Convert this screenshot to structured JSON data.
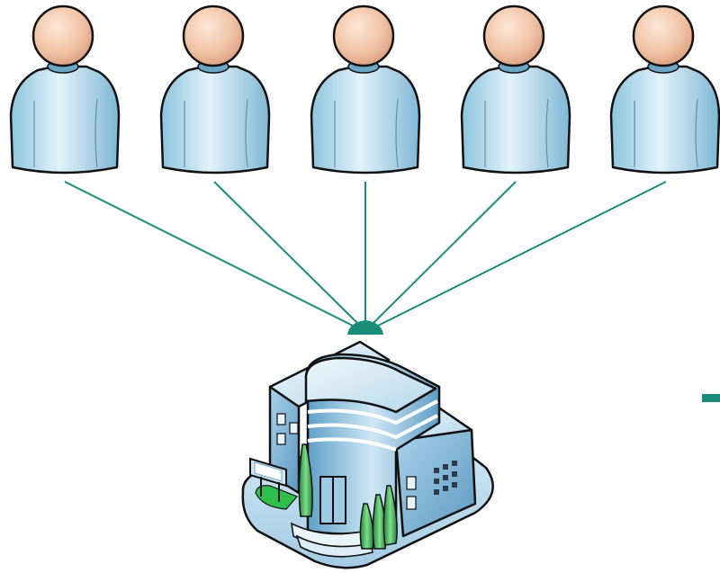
{
  "diagram": {
    "type": "network",
    "colors": {
      "connector": "#1a8c7a",
      "hub": "#1a8c7a",
      "marker": "#1a8c7a",
      "user_head": "#f2c9b0",
      "user_body": "#b9dcee",
      "building_glass": "#8fc2e0",
      "tree": "#2aa84a"
    },
    "nodes": [
      {
        "id": "user-1",
        "kind": "user",
        "icon": "user-icon"
      },
      {
        "id": "user-2",
        "kind": "user",
        "icon": "user-icon"
      },
      {
        "id": "user-3",
        "kind": "user",
        "icon": "user-icon"
      },
      {
        "id": "user-4",
        "kind": "user",
        "icon": "user-icon"
      },
      {
        "id": "user-5",
        "kind": "user",
        "icon": "user-icon"
      },
      {
        "id": "office",
        "kind": "building",
        "icon": "office-building-icon"
      }
    ],
    "edges": [
      {
        "from": "user-1",
        "to": "office"
      },
      {
        "from": "user-2",
        "to": "office"
      },
      {
        "from": "user-3",
        "to": "office"
      },
      {
        "from": "user-4",
        "to": "office"
      },
      {
        "from": "user-5",
        "to": "office"
      }
    ]
  }
}
